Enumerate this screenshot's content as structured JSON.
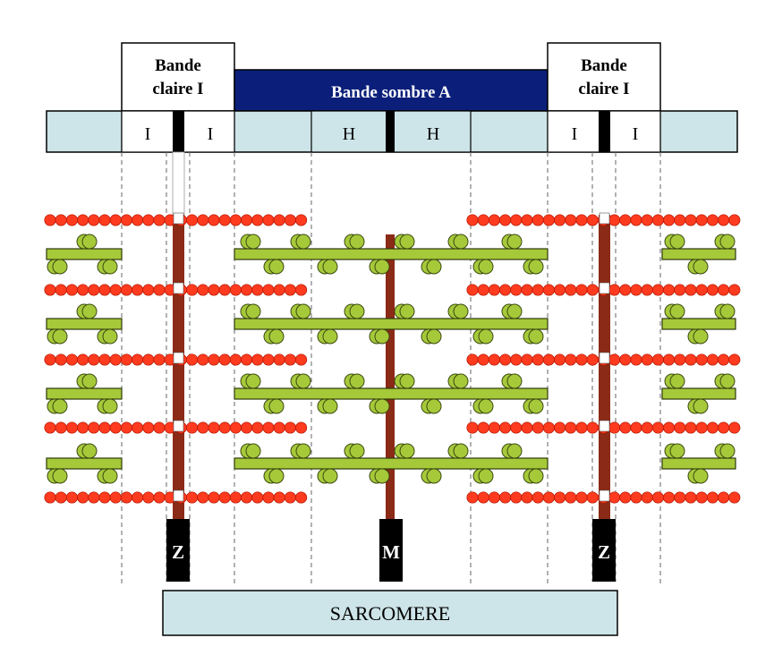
{
  "labels": {
    "band_left": [
      "Bande",
      "claire I"
    ],
    "band_center": "Bande sombre A",
    "band_right": [
      "Bande",
      "claire I"
    ],
    "segments": [
      "I",
      "I",
      "H",
      "H",
      "I",
      "I"
    ],
    "line_z_left": "Z",
    "line_m": "M",
    "line_z_right": "Z",
    "sarcomere": "SARCOMERE"
  },
  "colors": {
    "light_band": "#cde4e8",
    "dark_band": "#0b1f7a",
    "actin_bead": "#ff3b1f",
    "myosin": "#a6c93a",
    "z_disk": "#8b2a16",
    "line_box": "#000000"
  }
}
